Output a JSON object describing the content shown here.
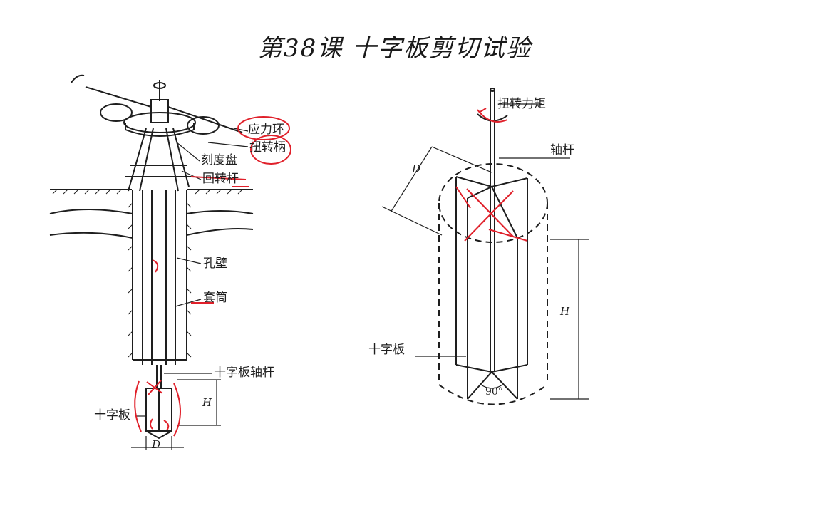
{
  "title": "第38课 十字板剪切试验",
  "left_figure": {
    "labels": {
      "stress_ring": "应力环",
      "torsion_handle": "扭转柄",
      "dial_plate": "刻度盘",
      "rotating_rod": "回转杆",
      "hole_wall": "孔壁",
      "casing": "套筒",
      "vane_shaft": "十字板轴杆",
      "vane": "十字板"
    },
    "dimensions": {
      "height": "H",
      "diameter": "D"
    }
  },
  "right_figure": {
    "labels": {
      "torque": "扭转力矩",
      "shaft": "轴杆",
      "vane": "十字板",
      "angle": "90°"
    },
    "dimensions": {
      "height": "H",
      "diameter": "D"
    }
  },
  "colors": {
    "ink": "#1e1e1e",
    "annotation": "#e0202a",
    "background": "#ffffff"
  }
}
